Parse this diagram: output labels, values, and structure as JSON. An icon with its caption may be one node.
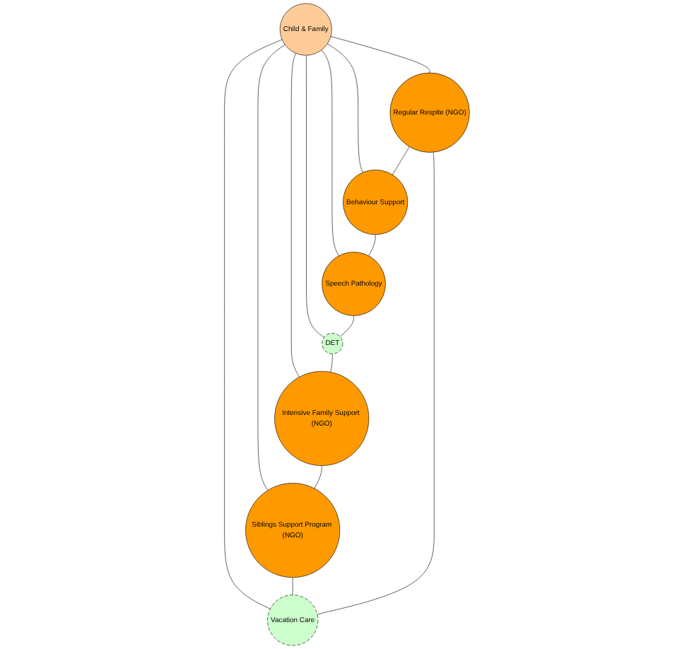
{
  "diagram": {
    "nodes": [
      {
        "text": [
          "Regular Respite (NGO)"
        ]
      },
      {
        "text": [
          "Behaviour Support"
        ]
      },
      {
        "text": [
          "Vacation Care"
        ]
      },
      {
        "text": [
          "Child & Family"
        ]
      },
      {
        "text": [
          "Speech Pathology"
        ]
      },
      {
        "text": [
          "Siblings Support Program (NGO)"
        ]
      },
      {
        "text": [
          "DET"
        ]
      },
      {
        "text": [
          "Intensive Family Support (NGO)"
        ]
      }
    ],
    "edges": [
      {
        "from": 3,
        "to": 0,
        "arrow": "none"
      },
      {
        "from": 3,
        "to": 1,
        "arrow": "none"
      },
      {
        "from": 3,
        "to": 2,
        "arrow": "none"
      },
      {
        "from": 3,
        "to": 4,
        "arrow": "none"
      },
      {
        "from": 3,
        "to": 5,
        "arrow": "none"
      },
      {
        "from": 3,
        "to": 6,
        "arrow": "none"
      },
      {
        "from": 3,
        "to": 7,
        "arrow": "none"
      },
      {
        "from": 0,
        "to": 1,
        "arrow": "none"
      },
      {
        "from": 1,
        "to": 4,
        "arrow": "none"
      },
      {
        "from": 4,
        "to": 6,
        "arrow": "none"
      },
      {
        "from": 6,
        "to": 7,
        "arrow": "none"
      },
      {
        "from": 7,
        "to": 5,
        "arrow": "none"
      },
      {
        "from": 5,
        "to": 2,
        "arrow": "none"
      },
      {
        "from": 2,
        "to": 0,
        "arrow": "none"
      }
    ]
  }
}
